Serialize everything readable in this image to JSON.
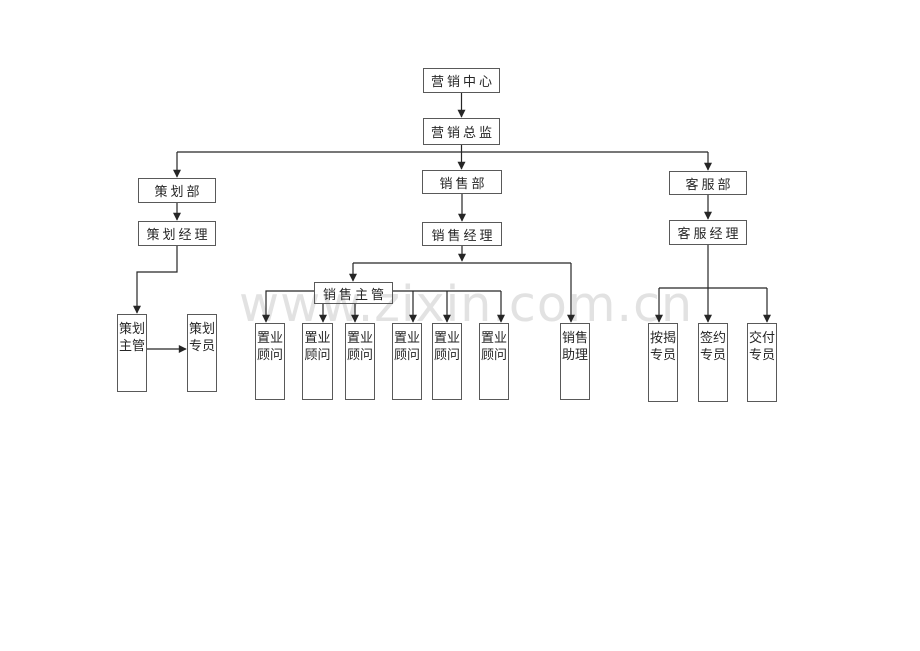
{
  "watermark": "www.zixin.com.cn",
  "org": {
    "root": "营销中心",
    "director": "营销总监",
    "planning": {
      "dept": "策划部",
      "manager": "策划经理",
      "supervisor": "策划主管",
      "specialist": "策划专员"
    },
    "sales": {
      "dept": "销售部",
      "manager": "销售经理",
      "supervisor": "销售主管",
      "consultants": [
        "置业顾问",
        "置业顾问",
        "置业顾问",
        "置业顾问",
        "置业顾问",
        "置业顾问"
      ],
      "assistant": "销售助理"
    },
    "service": {
      "dept": "客服部",
      "manager": "客服经理",
      "mortgage": "按揭专员",
      "signing": "签约专员",
      "delivery": "交付专员"
    }
  },
  "colors": {
    "line": "#262626",
    "box_border": "#595959",
    "text": "#262626",
    "watermark": "#e2e2e2",
    "background": "#ffffff"
  }
}
